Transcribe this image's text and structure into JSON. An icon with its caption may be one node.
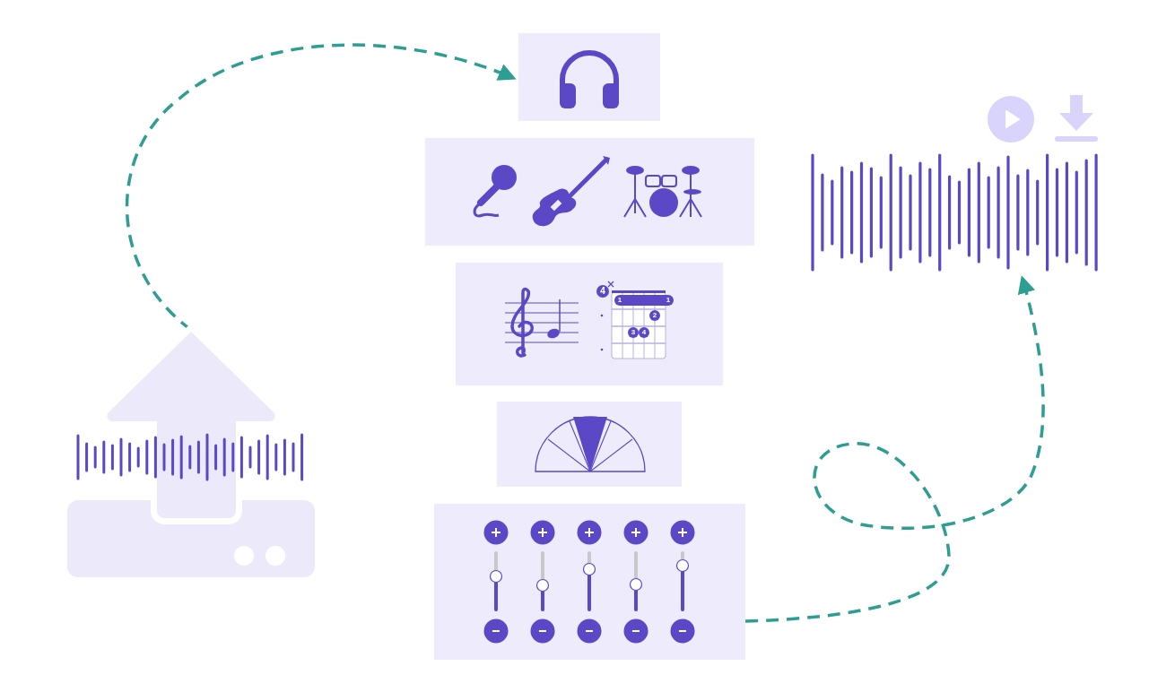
{
  "diagram": {
    "nodes": [
      {
        "text": [],
        "shape": "picture"
      },
      {
        "text": [],
        "shape": "box"
      },
      {
        "text": [],
        "shape": "box"
      },
      {
        "text": [],
        "shape": "box"
      },
      {
        "text": [],
        "shape": "box"
      },
      {
        "text": [],
        "shape": "box"
      },
      {
        "text": [],
        "shape": "picture"
      }
    ],
    "edges": [
      {
        "from": 0,
        "to": 1,
        "arrow": "to",
        "style": "dashed"
      },
      {
        "from": 5,
        "to": 6,
        "arrow": "to",
        "style": "dashed"
      }
    ],
    "labels": [
      "4",
      "1",
      "1",
      "2",
      "3",
      "4"
    ]
  }
}
